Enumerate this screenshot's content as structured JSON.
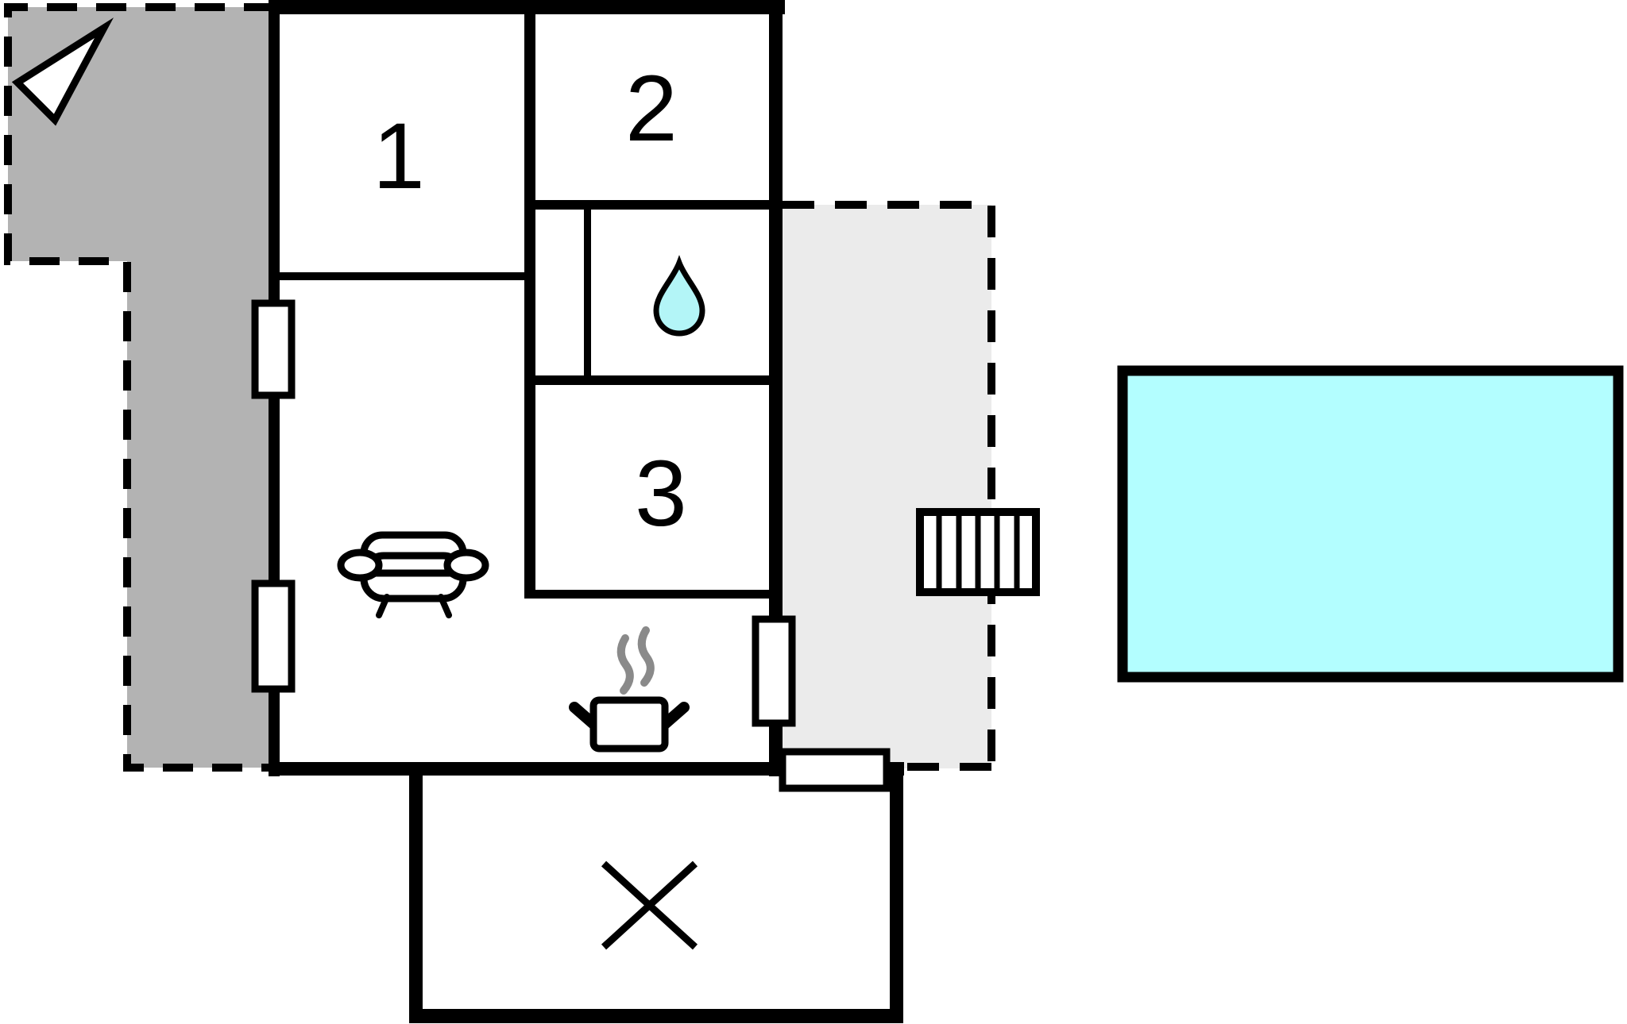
{
  "image": {
    "type": "floor-plan",
    "background": "#ffffff"
  },
  "rooms": {
    "room1": {
      "label": "1"
    },
    "room2": {
      "label": "2"
    },
    "room3": {
      "label": "3"
    }
  },
  "colors": {
    "walls": "#000000",
    "left_terrace": "#b3b3b3",
    "right_terrace": "#ebebeb",
    "pool": "#b3feff",
    "water_drop": "#b3f5f7",
    "steam": "#8a8a8a",
    "fixture": "#ffffff"
  },
  "icons": {
    "north_arrow": "north-arrow",
    "water_drop": "water-drop",
    "sofa": "sofa",
    "cooking_pot": "cooking-pot",
    "stairs": "stairs",
    "x_mark": "x-mark"
  }
}
